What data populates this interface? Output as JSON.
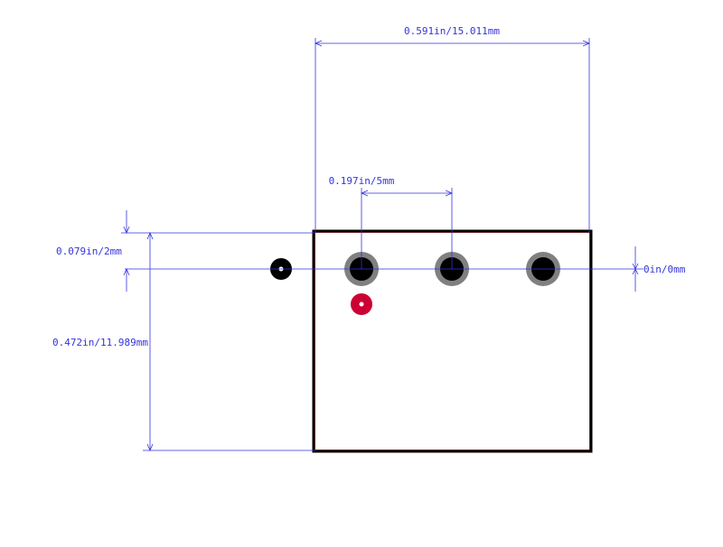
{
  "colors": {
    "dimension": "#3333dd",
    "outline": "#000000",
    "outline_inner": "#c0504d",
    "pad_ring": "#808080",
    "pad_hole": "#000000",
    "marker_red": "#cc0033",
    "marker_black": "#000000",
    "background": "#ffffff"
  },
  "dimensions": {
    "overall_width": "0.591in/15.011mm",
    "pin_pitch": "0.197in/5mm",
    "pin_offset_y": "0.079in/2mm",
    "overall_height": "0.472in/11.989mm",
    "pin_row_offset": "0in/0mm"
  }
}
